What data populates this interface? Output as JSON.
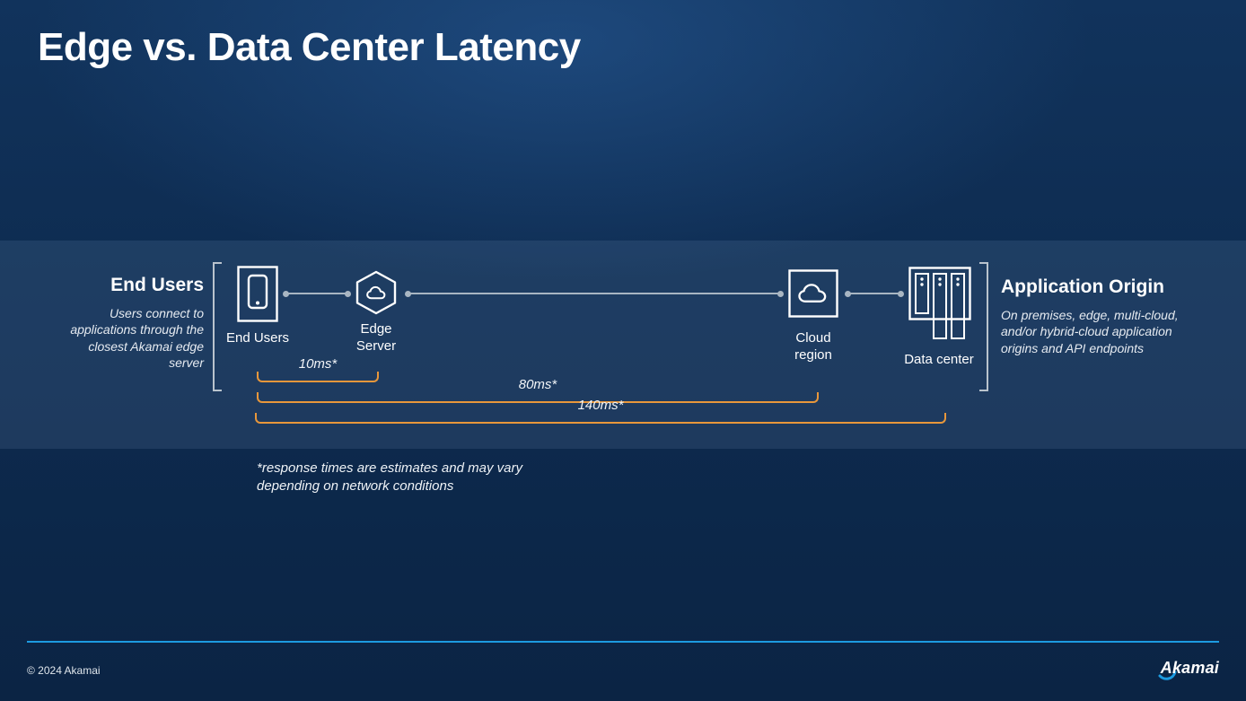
{
  "slide": {
    "title": "Edge vs. Data Center Latency"
  },
  "panels": {
    "end_users": {
      "title": "End Users",
      "description": "Users connect to applications through the closest Akamai edge server"
    },
    "application_origin": {
      "title": "Application Origin",
      "description": "On premises, edge, multi-cloud, and/or hybrid-cloud application origins and API endpoints"
    }
  },
  "nodes": {
    "end_users": {
      "label": "End Users",
      "icon": "smartphone-icon"
    },
    "edge_server": {
      "label": "Edge Server",
      "icon": "hexagon-cloud-icon"
    },
    "cloud_region": {
      "label": "Cloud region",
      "icon": "cloud-box-icon"
    },
    "data_center": {
      "label": "Data center",
      "icon": "server-rack-icon"
    }
  },
  "latency": {
    "to_edge_server": "10ms*",
    "to_cloud_region": "80ms*",
    "to_data_center": "140ms*"
  },
  "footnote": {
    "text": "*response times are estimates and may vary depending on network conditions"
  },
  "footer": {
    "copyright": "© 2024 Akamai",
    "logo_text": "Akamai"
  },
  "colors": {
    "latency_bracket_orange": "#E8973B",
    "divider_blue": "#1D9BE1",
    "connector_gray": "#A9B6C2",
    "background_top": "#11335C",
    "background_bottom": "#0B2444",
    "band_overlay": "rgba(125,158,198,0.15)",
    "text_white": "#FFFFFF"
  }
}
